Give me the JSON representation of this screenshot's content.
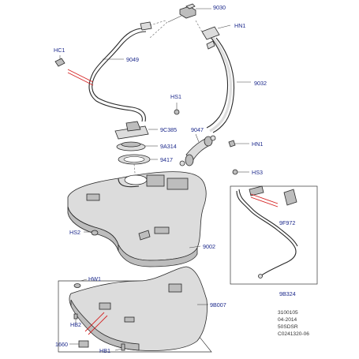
{
  "callouts": {
    "p9030": "9030",
    "hn1_top": "HN1",
    "hc1": "HC1",
    "p9049": "9049",
    "p9032": "9032",
    "hs1": "HS1",
    "p9c385": "9C385",
    "p9047": "9047",
    "hn1_mid": "HN1",
    "p9a314": "9A314",
    "p9417": "9417",
    "hs3": "HS3",
    "p9f972": "9F972",
    "hs2": "HS2",
    "p9002": "9002",
    "p9b324": "9B324",
    "hw1": "HW1",
    "p9b007": "9B007",
    "hb2": "HB2",
    "p1660": "1660",
    "hb1": "HB1"
  },
  "reference": {
    "line1": "3100105",
    "line2": "04-2014",
    "line3": "50SDSR",
    "line4": "C0241320-06"
  },
  "colors": {
    "callout_text": "#1d2a8c",
    "highlight_line": "#d42020",
    "part_fill": "#dcdcdc",
    "outline": "#2a2a2a"
  }
}
